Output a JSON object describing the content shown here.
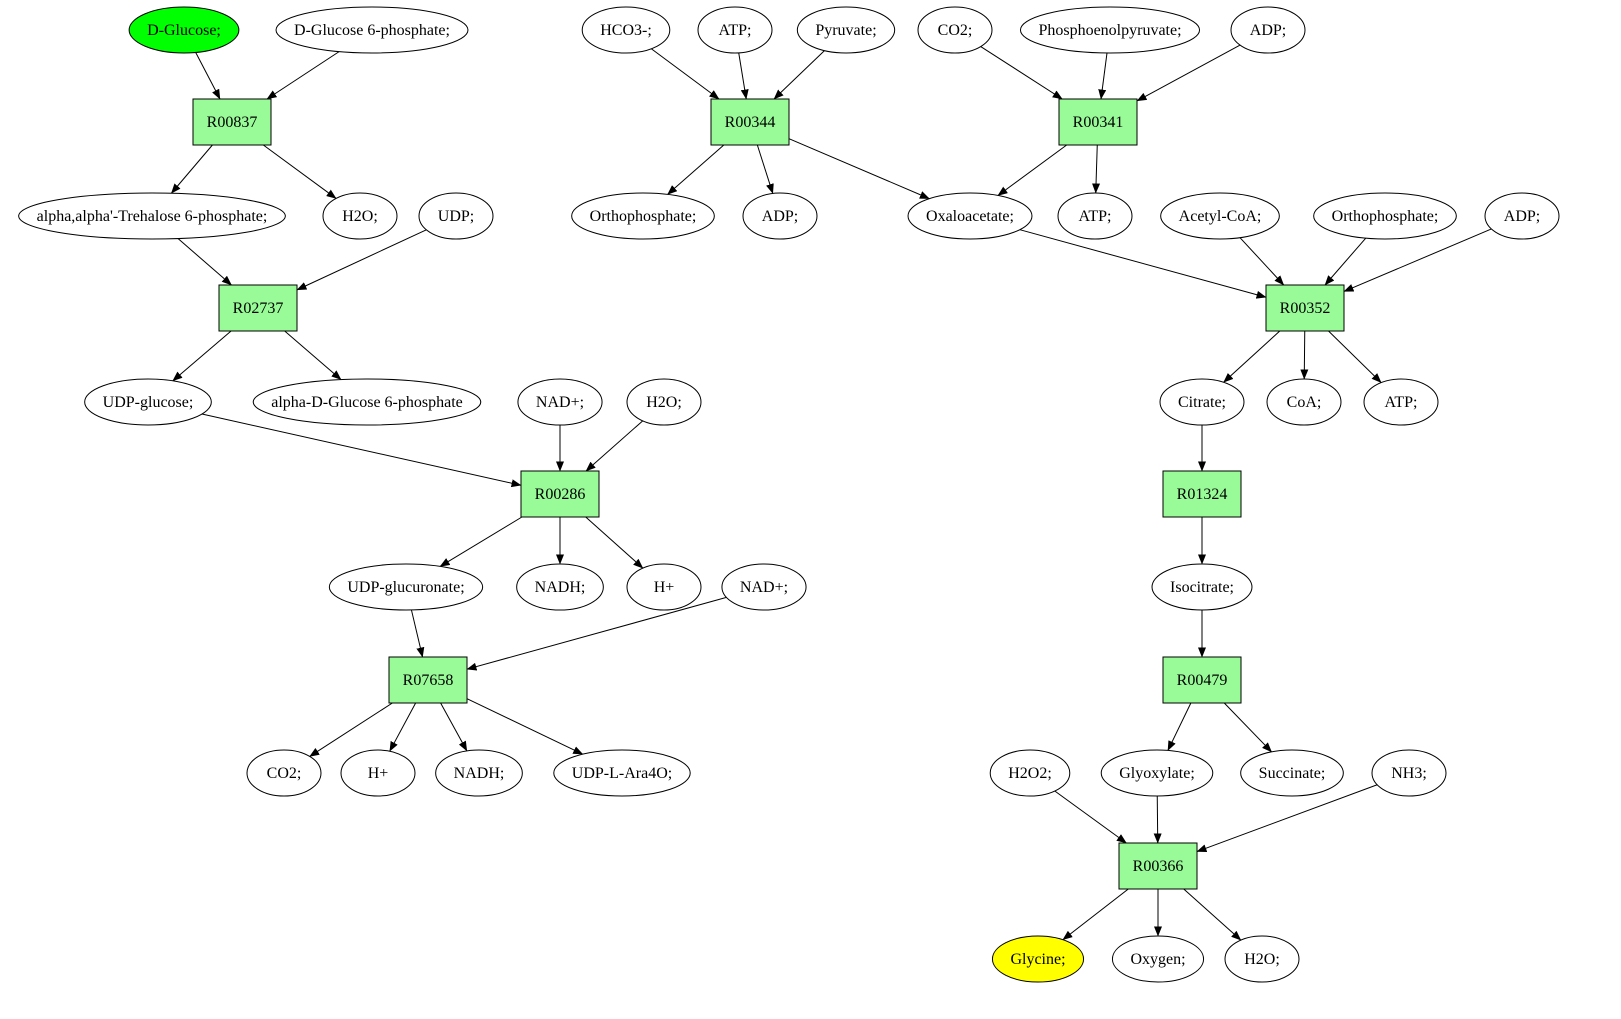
{
  "colors": {
    "reaction_fill": "#98fb98",
    "start_fill": "#00ff00",
    "end_fill": "#ffff00",
    "compound_fill": "#ffffff",
    "stroke": "#000000"
  },
  "reactions": [
    {
      "id": "R00837",
      "label": "R00837"
    },
    {
      "id": "R02737",
      "label": "R02737"
    },
    {
      "id": "R00286",
      "label": "R00286"
    },
    {
      "id": "R07658",
      "label": "R07658"
    },
    {
      "id": "R00344",
      "label": "R00344"
    },
    {
      "id": "R00341",
      "label": "R00341"
    },
    {
      "id": "R00352",
      "label": "R00352"
    },
    {
      "id": "R01324",
      "label": "R01324"
    },
    {
      "id": "R00479",
      "label": "R00479"
    },
    {
      "id": "R00366",
      "label": "R00366"
    }
  ],
  "compounds": [
    {
      "id": "glucose",
      "label": "D-Glucose;",
      "role": "start"
    },
    {
      "id": "g6p",
      "label": "D-Glucose 6-phosphate;"
    },
    {
      "id": "trehalose6p",
      "label": "alpha,alpha'-Trehalose 6-phosphate;"
    },
    {
      "id": "h2o_1",
      "label": "H2O;"
    },
    {
      "id": "udp_1",
      "label": "UDP;"
    },
    {
      "id": "udpglucose",
      "label": "UDP-glucose;"
    },
    {
      "id": "adg6p",
      "label": "alpha-D-Glucose 6-phosphate"
    },
    {
      "id": "nadplus_1",
      "label": "NAD+;"
    },
    {
      "id": "h2o_2",
      "label": "H2O;"
    },
    {
      "id": "udpglucuronate",
      "label": "UDP-glucuronate;"
    },
    {
      "id": "nadh_1",
      "label": "NADH;"
    },
    {
      "id": "hplus_1",
      "label": "H+"
    },
    {
      "id": "nadplus_2",
      "label": "NAD+;"
    },
    {
      "id": "co2_1",
      "label": "CO2;"
    },
    {
      "id": "hplus_2",
      "label": "H+"
    },
    {
      "id": "nadh_2",
      "label": "NADH;"
    },
    {
      "id": "udpara4o",
      "label": "UDP-L-Ara4O;"
    },
    {
      "id": "hco3",
      "label": "HCO3-;"
    },
    {
      "id": "atp_1",
      "label": "ATP;"
    },
    {
      "id": "pyruvate",
      "label": "Pyruvate;"
    },
    {
      "id": "orthophosphate_1",
      "label": "Orthophosphate;"
    },
    {
      "id": "adp_1",
      "label": "ADP;"
    },
    {
      "id": "co2_2",
      "label": "CO2;"
    },
    {
      "id": "pep",
      "label": "Phosphoenolpyruvate;"
    },
    {
      "id": "adp_2",
      "label": "ADP;"
    },
    {
      "id": "oxaloacetate",
      "label": "Oxaloacetate;"
    },
    {
      "id": "atp_2",
      "label": "ATP;"
    },
    {
      "id": "acetylcoa",
      "label": "Acetyl-CoA;"
    },
    {
      "id": "orthophosphate_2",
      "label": "Orthophosphate;"
    },
    {
      "id": "adp_3",
      "label": "ADP;"
    },
    {
      "id": "citrate",
      "label": "Citrate;"
    },
    {
      "id": "coa",
      "label": "CoA;"
    },
    {
      "id": "atp_3",
      "label": "ATP;"
    },
    {
      "id": "isocitrate",
      "label": "Isocitrate;"
    },
    {
      "id": "glyoxylate",
      "label": "Glyoxylate;"
    },
    {
      "id": "succinate",
      "label": "Succinate;"
    },
    {
      "id": "h2o2",
      "label": "H2O2;"
    },
    {
      "id": "nh3",
      "label": "NH3;"
    },
    {
      "id": "glycine",
      "label": "Glycine;",
      "role": "end"
    },
    {
      "id": "oxygen",
      "label": "Oxygen;"
    },
    {
      "id": "h2o_3",
      "label": "H2O;"
    }
  ],
  "edges": [
    {
      "from": "glucose",
      "to": "R00837"
    },
    {
      "from": "g6p",
      "to": "R00837"
    },
    {
      "from": "R00837",
      "to": "trehalose6p"
    },
    {
      "from": "R00837",
      "to": "h2o_1"
    },
    {
      "from": "trehalose6p",
      "to": "R02737"
    },
    {
      "from": "udp_1",
      "to": "R02737"
    },
    {
      "from": "R02737",
      "to": "udpglucose"
    },
    {
      "from": "R02737",
      "to": "adg6p"
    },
    {
      "from": "udpglucose",
      "to": "R00286"
    },
    {
      "from": "nadplus_1",
      "to": "R00286"
    },
    {
      "from": "h2o_2",
      "to": "R00286"
    },
    {
      "from": "R00286",
      "to": "udpglucuronate"
    },
    {
      "from": "R00286",
      "to": "nadh_1"
    },
    {
      "from": "R00286",
      "to": "hplus_1"
    },
    {
      "from": "udpglucuronate",
      "to": "R07658"
    },
    {
      "from": "nadplus_2",
      "to": "R07658"
    },
    {
      "from": "R07658",
      "to": "co2_1"
    },
    {
      "from": "R07658",
      "to": "hplus_2"
    },
    {
      "from": "R07658",
      "to": "nadh_2"
    },
    {
      "from": "R07658",
      "to": "udpara4o"
    },
    {
      "from": "hco3",
      "to": "R00344"
    },
    {
      "from": "atp_1",
      "to": "R00344"
    },
    {
      "from": "pyruvate",
      "to": "R00344"
    },
    {
      "from": "R00344",
      "to": "orthophosphate_1"
    },
    {
      "from": "R00344",
      "to": "adp_1"
    },
    {
      "from": "R00344",
      "to": "oxaloacetate"
    },
    {
      "from": "co2_2",
      "to": "R00341"
    },
    {
      "from": "pep",
      "to": "R00341"
    },
    {
      "from": "adp_2",
      "to": "R00341"
    },
    {
      "from": "R00341",
      "to": "oxaloacetate"
    },
    {
      "from": "R00341",
      "to": "atp_2"
    },
    {
      "from": "oxaloacetate",
      "to": "R00352"
    },
    {
      "from": "acetylcoa",
      "to": "R00352"
    },
    {
      "from": "orthophosphate_2",
      "to": "R00352"
    },
    {
      "from": "adp_3",
      "to": "R00352"
    },
    {
      "from": "R00352",
      "to": "citrate"
    },
    {
      "from": "R00352",
      "to": "coa"
    },
    {
      "from": "R00352",
      "to": "atp_3"
    },
    {
      "from": "citrate",
      "to": "R01324"
    },
    {
      "from": "R01324",
      "to": "isocitrate"
    },
    {
      "from": "isocitrate",
      "to": "R00479"
    },
    {
      "from": "R00479",
      "to": "glyoxylate"
    },
    {
      "from": "R00479",
      "to": "succinate"
    },
    {
      "from": "h2o2",
      "to": "R00366"
    },
    {
      "from": "glyoxylate",
      "to": "R00366"
    },
    {
      "from": "nh3",
      "to": "R00366"
    },
    {
      "from": "R00366",
      "to": "glycine"
    },
    {
      "from": "R00366",
      "to": "oxygen"
    },
    {
      "from": "R00366",
      "to": "h2o_3"
    }
  ]
}
